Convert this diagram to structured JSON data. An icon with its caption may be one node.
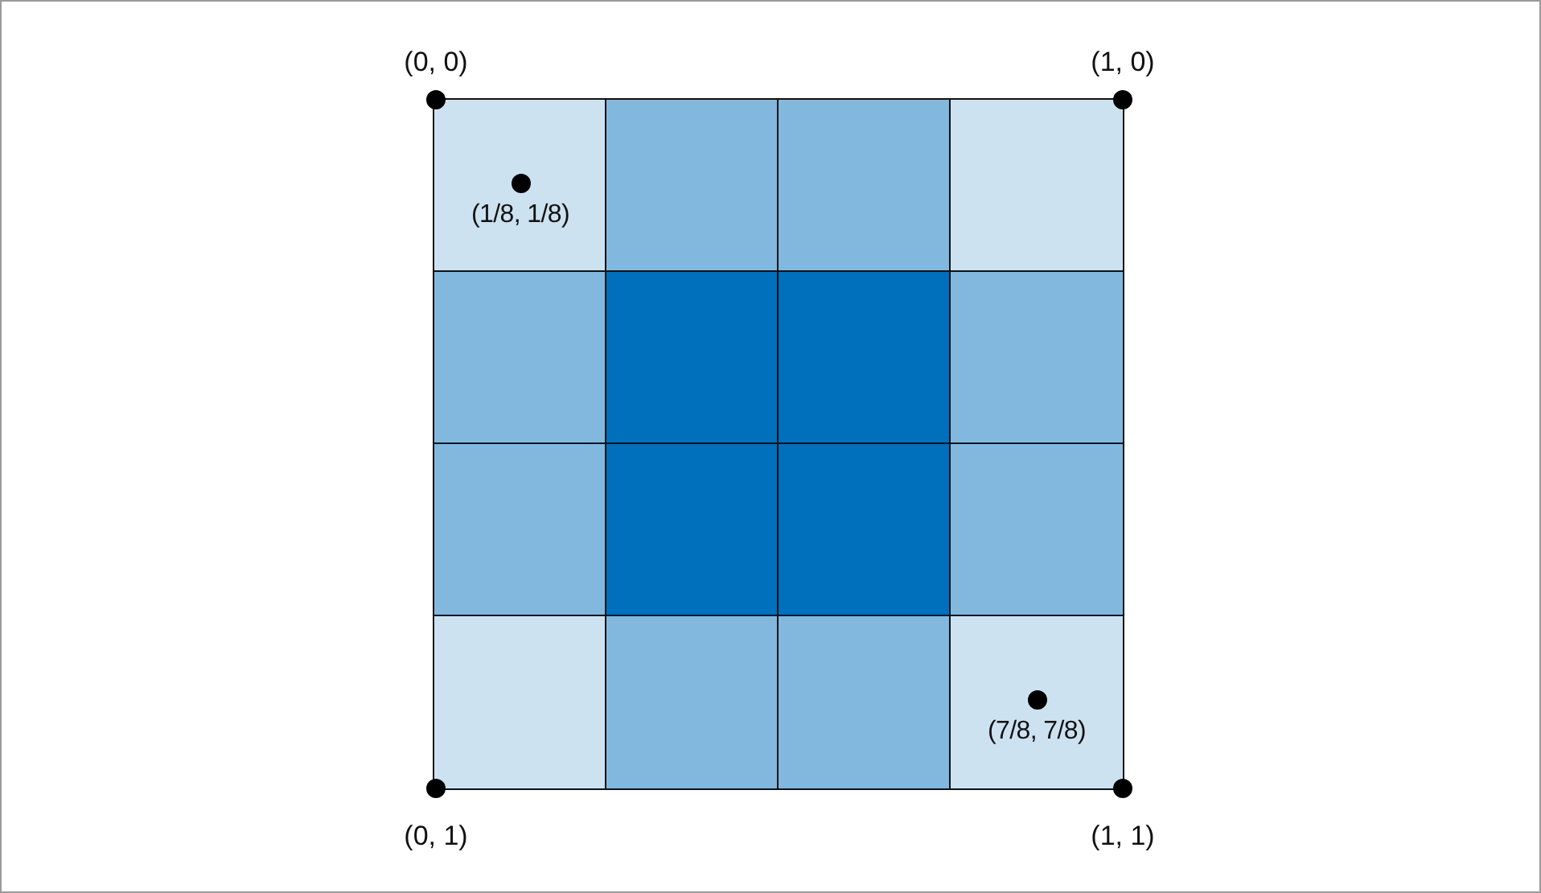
{
  "diagram": {
    "nodes": [
      {
        "text": [
          "(1/8, 1/8)"
        ]
      },
      {
        "text": [],
        "shape": "box"
      },
      {
        "text": [],
        "shape": "box"
      },
      {
        "text": [],
        "shape": "box"
      },
      {
        "text": [],
        "shape": "box"
      },
      {
        "text": [],
        "shape": "box"
      },
      {
        "text": [],
        "shape": "box"
      },
      {
        "text": [],
        "shape": "box"
      },
      {
        "text": [],
        "shape": "box"
      },
      {
        "text": [],
        "shape": "box"
      },
      {
        "text": [],
        "shape": "box"
      },
      {
        "text": [],
        "shape": "box"
      },
      {
        "text": [],
        "shape": "box"
      },
      {
        "text": [],
        "shape": "box"
      },
      {
        "text": [],
        "shape": "box"
      },
      {
        "text": [
          "(7/8, 7/8)"
        ]
      }
    ],
    "labels": [
      "(0, 0)",
      "(1, 0)",
      "(0, 1)",
      "(1, 1)"
    ]
  }
}
